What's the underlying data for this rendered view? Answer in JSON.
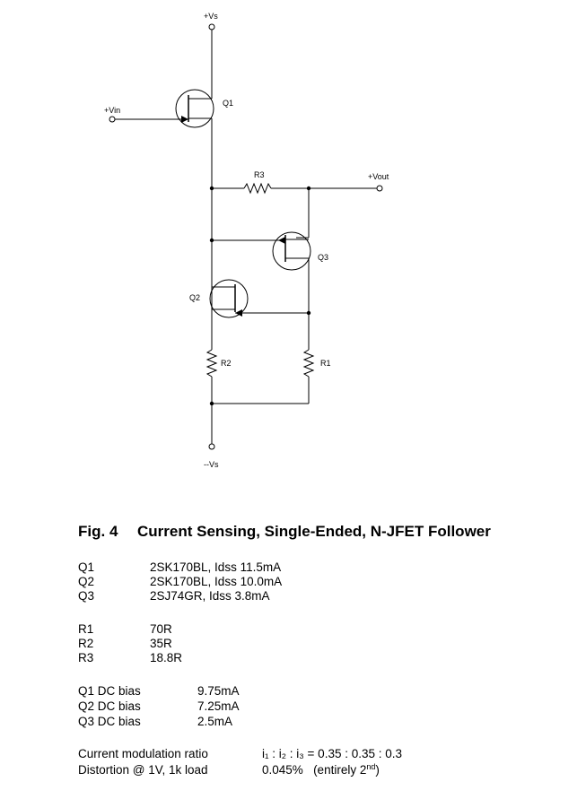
{
  "schematic": {
    "labels": {
      "vs_pos": "+Vs",
      "vs_neg": "--Vs",
      "vin": "+Vin",
      "vout": "+Vout",
      "q1": "Q1",
      "q2": "Q2",
      "q3": "Q3",
      "r1": "R1",
      "r2": "R2",
      "r3": "R3"
    }
  },
  "figure": {
    "number": "Fig. 4",
    "title": "Current Sensing, Single-Ended, N-JFET Follower"
  },
  "transistors": [
    {
      "ref": "Q1",
      "value": "2SK170BL,  Idss  11.5mA"
    },
    {
      "ref": "Q2",
      "value": "2SK170BL,  Idss  10.0mA"
    },
    {
      "ref": "Q3",
      "value": "2SJ74GR,  Idss  3.8mA"
    }
  ],
  "resistors": [
    {
      "ref": "R1",
      "value": "70R"
    },
    {
      "ref": "R2",
      "value": "35R"
    },
    {
      "ref": "R3",
      "value": "18.8R"
    }
  ],
  "bias": [
    {
      "label": "Q1  DC bias",
      "value": "9.75mA"
    },
    {
      "label": "Q2  DC bias",
      "value": "7.25mA"
    },
    {
      "label": "Q3  DC bias",
      "value": "2.5mA"
    }
  ],
  "performance": {
    "modulation_label": "Current modulation ratio",
    "modulation_value": "i₁ : i₂ : i₃  =  0.35 : 0.35 : 0.3",
    "distortion_label": "Distortion @ 1V, 1k load",
    "distortion_value": "0.045%",
    "distortion_note_pre": "(entirely 2",
    "distortion_note_sup": "nd",
    "distortion_note_post": ")"
  }
}
